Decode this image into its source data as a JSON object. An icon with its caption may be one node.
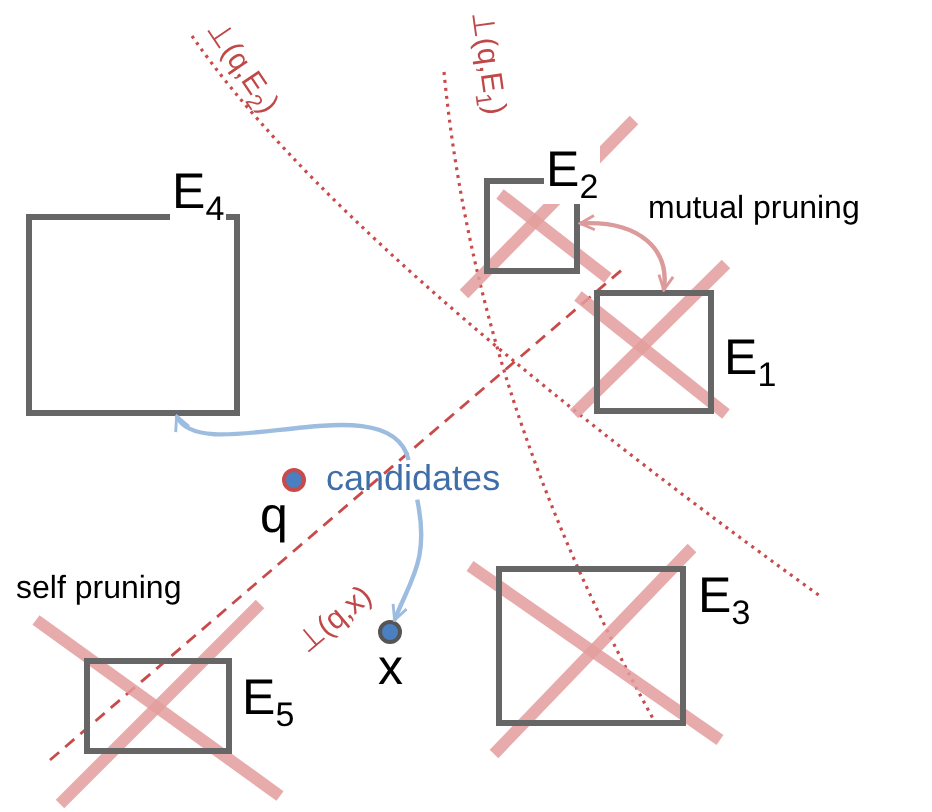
{
  "diagram": {
    "nodes": [
      {
        "text": [
          "E$_{2}$"
        ]
      },
      {
        "text": [
          "E$_{4}$"
        ]
      },
      {
        "text": [
          "E$_{1}$"
        ]
      },
      {
        "text": [
          "q"
        ]
      },
      {
        "text": [
          "candidates"
        ]
      },
      {
        "text": [
          "E$_{3}$"
        ]
      },
      {
        "text": [
          "x"
        ]
      },
      {
        "text": [
          "E$_{5}$"
        ]
      }
    ],
    "edges": [
      {
        "from": 4,
        "to": 1,
        "arrow": "to"
      },
      {
        "from": 4,
        "to": 6,
        "arrow": "to"
      },
      {
        "from": 0,
        "to": 2,
        "arrow": "both",
        "label": "mutual pruning",
        "color": "#dc9a9a"
      }
    ],
    "labels": [
      "⊥(q,E$_{2}$)",
      "⊥(q,E$_{1}$)",
      "self pruning",
      "⊥(q,x)"
    ]
  }
}
